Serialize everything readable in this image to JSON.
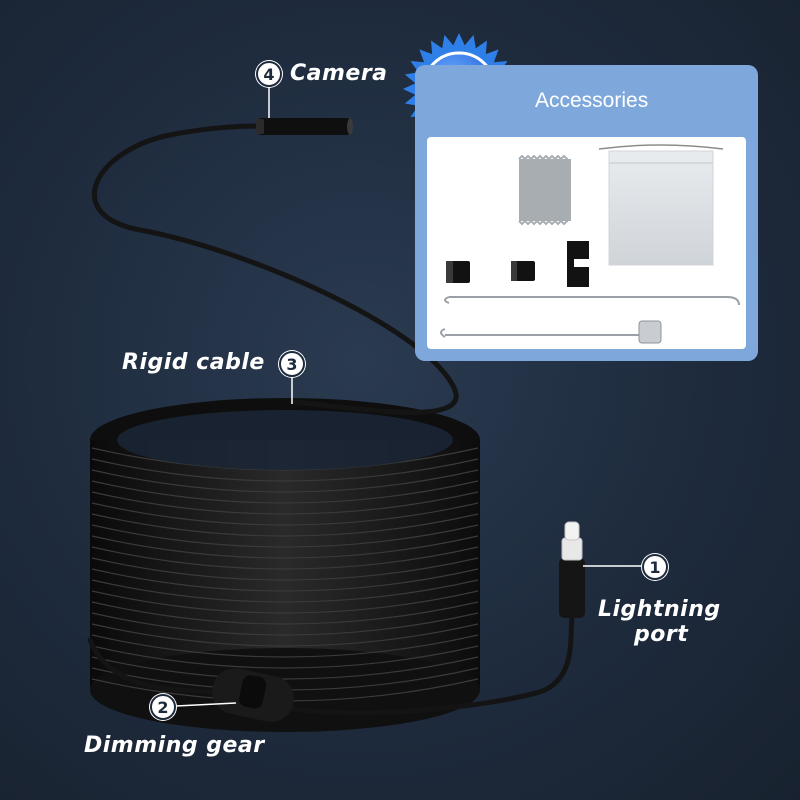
{
  "callouts": [
    {
      "number": "4",
      "label": "Camera"
    },
    {
      "number": "3",
      "label": "Rigid cable"
    },
    {
      "number": "1",
      "label_lines": [
        "Lightning",
        "port"
      ]
    },
    {
      "number": "2",
      "label": "Dimming gear"
    }
  ],
  "accessories": {
    "title": "Accessories"
  },
  "colors": {
    "background": "#1d2a3c",
    "panel": "#7ea8dc",
    "accent_badge": "#2f7fe8",
    "cable": "#121212"
  },
  "icons": [
    "starburst-badge-icon",
    "cleaning-cloth-icon",
    "storage-bag-icon",
    "magnet-attachment-icon",
    "hook-attachment-icon",
    "mirror-attachment-icon",
    "extension-rod-icon"
  ]
}
